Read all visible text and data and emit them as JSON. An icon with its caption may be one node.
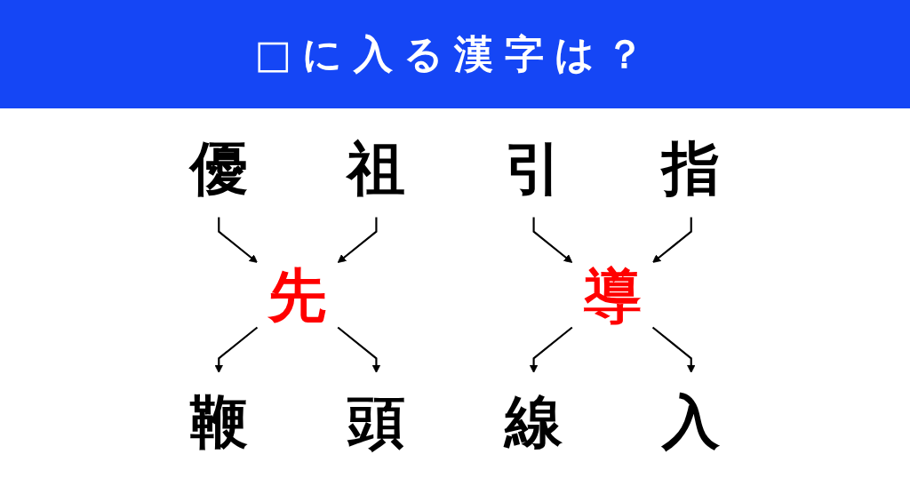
{
  "diagram": {
    "title": "□に入る漢字は？",
    "nodes": [
      {
        "text": [
          "優"
        ]
      },
      {
        "text": [
          "祖"
        ]
      },
      {
        "text": [
          "先"
        ]
      },
      {
        "text": [
          "鞭"
        ]
      },
      {
        "text": [
          "頭"
        ]
      },
      {
        "text": [
          "引"
        ]
      },
      {
        "text": [
          "指"
        ]
      },
      {
        "text": [
          "導"
        ]
      },
      {
        "text": [
          "線"
        ]
      },
      {
        "text": [
          "入"
        ]
      }
    ],
    "edges": [
      {
        "from": 0,
        "to": 2,
        "arrow": "to"
      },
      {
        "from": 1,
        "to": 2,
        "arrow": "to"
      },
      {
        "from": 2,
        "to": 3,
        "arrow": "to"
      },
      {
        "from": 2,
        "to": 4,
        "arrow": "to"
      },
      {
        "from": 5,
        "to": 7,
        "arrow": "to"
      },
      {
        "from": 6,
        "to": 7,
        "arrow": "to"
      },
      {
        "from": 7,
        "to": 8,
        "arrow": "to"
      },
      {
        "from": 7,
        "to": 9,
        "arrow": "to"
      }
    ]
  }
}
